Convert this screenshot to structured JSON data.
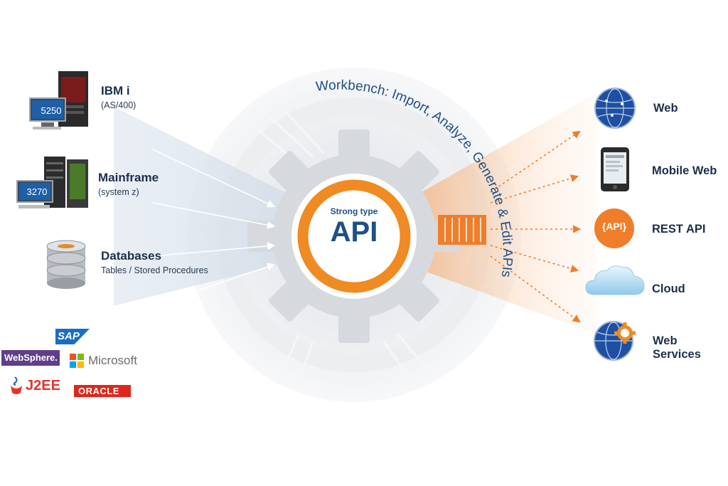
{
  "workbench_arc_text": "Workbench:  Import, Analyze, Generate & Edit APIs",
  "center": {
    "kicker": "Strong type",
    "title": "API"
  },
  "sources": [
    {
      "title": "IBM i",
      "subtitle": "(AS/400)",
      "screen_text": "5250",
      "icon": "ibm-i-server-icon"
    },
    {
      "title": "Mainframe",
      "subtitle": "(system z)",
      "screen_text": "3270",
      "icon": "mainframe-server-icon"
    },
    {
      "title": "Databases",
      "subtitle": "Tables / Stored Procedures",
      "icon": "database-icon"
    }
  ],
  "vendors": {
    "sap": "SAP",
    "websphere": "WebSphere.",
    "microsoft": "Microsoft",
    "j2ee": "J2EE",
    "oracle": "ORACLE"
  },
  "destinations": [
    {
      "label": "Web",
      "icon": "globe-icon"
    },
    {
      "label": "Mobile Web",
      "icon": "mobile-phone-icon"
    },
    {
      "label": "REST API",
      "icon": "api-badge-icon",
      "badge_text": "{API}"
    },
    {
      "label": "Cloud",
      "icon": "cloud-icon"
    },
    {
      "label": "Web Services",
      "icon": "globe-gear-icon"
    }
  ],
  "colors": {
    "orange": "#f07d2a",
    "navy": "#1c2f4a",
    "dark_blue_text": "#1f4f86",
    "gear_gray": "#dcdfe3"
  }
}
